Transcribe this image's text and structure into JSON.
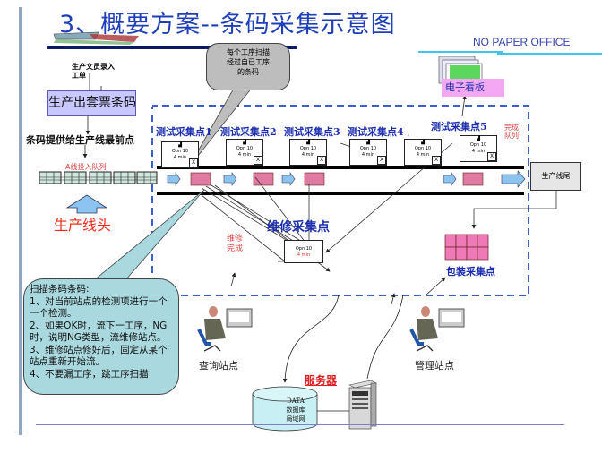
{
  "title": "3、概要方案--条码采集示意图",
  "brand_tag": "NO PAPER OFFICE",
  "callout_top": [
    "每个工序扫描",
    "经过自已工序",
    "的条码"
  ],
  "input": {
    "clerk_entry": [
      "生产文员录入",
      "工单"
    ],
    "barcode_box": "生产出套票条码",
    "feed_label": "条码提供给生产线最前点",
    "queue_label": "A线投入队列",
    "line_head": "生产线头"
  },
  "stations": [
    {
      "title": "测试采集点1",
      "op": "Opn 10",
      "time": "4 min",
      "close": "X"
    },
    {
      "title": "测试采集点2",
      "op": "Opn 10",
      "time": "4 min",
      "close": "X"
    },
    {
      "title": "测试采集点3",
      "op": "Opn 10",
      "time": "4 min",
      "close": "X"
    },
    {
      "title": "测试采集点4",
      "op": "Opn 10",
      "time": "4 min",
      "close": "X"
    },
    {
      "title": "",
      "op": "Opn 10",
      "time": "4 min",
      "close": "X"
    },
    {
      "title": "测试采集点5",
      "op": "Opn 10",
      "time": "4 min",
      "close": "X"
    }
  ],
  "done_queue": [
    "完成",
    "队列"
  ],
  "line_tail": "生产线尾",
  "e_board": "电子看板",
  "repair": {
    "title": "维修采集点",
    "done": [
      "维修",
      "完成"
    ],
    "station": {
      "op": "Opn 10",
      "time": "4 min"
    }
  },
  "packing": "包装采集点",
  "note": {
    "heading": "扫描条码条码:",
    "lines": [
      "1、对当前站点的检测项进行一个一个检测。",
      "2、如果OK时，流下一工序，NG时，说明NG类型，流维修站点。",
      "3、维修站点修好后，固定从某个站点重新开始流。",
      "4、不要漏工序，跳工序扫描"
    ]
  },
  "query_station": "查询站点",
  "mgmt_station": "管理站点",
  "server": "服务器",
  "database": [
    "DATA",
    "数据库",
    "局域网"
  ],
  "colors": {
    "title": "#1f3fb8",
    "station_title": "#1d2fb0",
    "alert_red": "#e04040",
    "dash_blue": "#3a5ed0",
    "note_bg": "#a9d8df",
    "board_bg": "#f3a8f3"
  }
}
